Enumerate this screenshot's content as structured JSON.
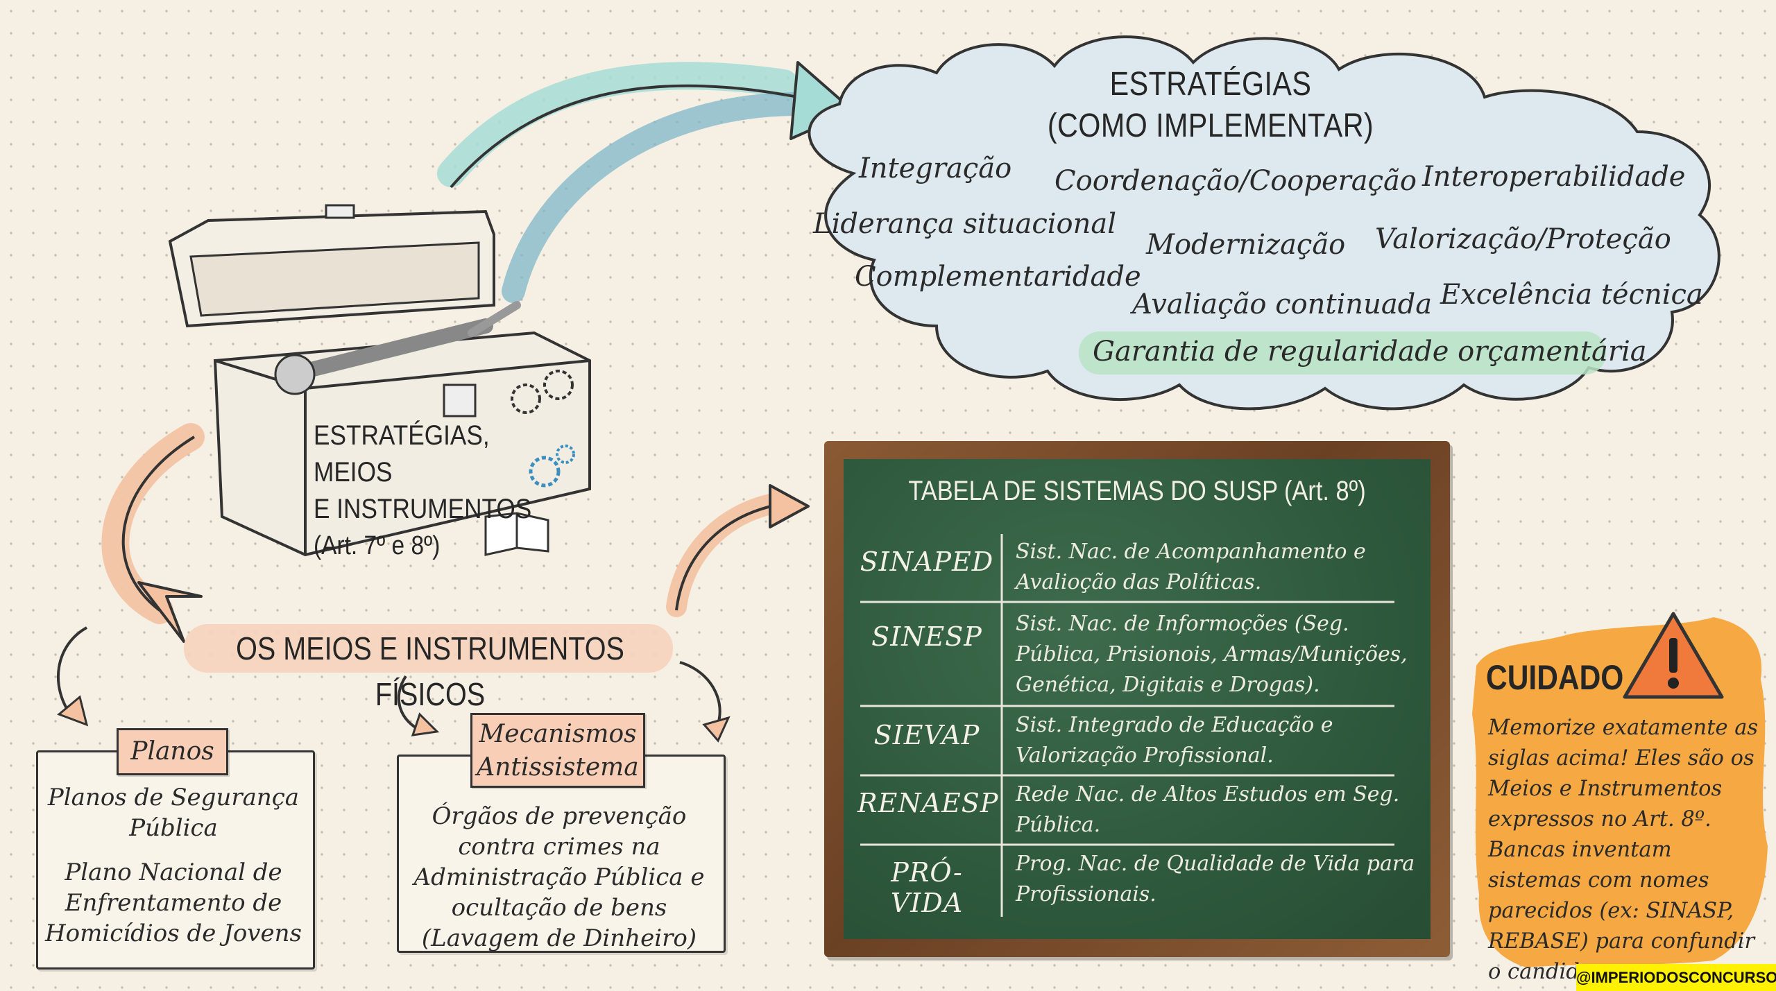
{
  "cloud": {
    "title_line1": "ESTRATÉGIAS",
    "title_line2": "(COMO IMPLEMENTAR)",
    "items": [
      "Integração",
      "Coordenação/Cooperação",
      "Interoperabilidade",
      "Liderança situacional",
      "Modernização",
      "Valorização/Proteção",
      "Complementaridade",
      "Avaliação continuada",
      "Excelência técnica",
      "Garantia de regularidade orçamentária"
    ]
  },
  "toolbox": {
    "label_line1": "ESTRATÉGIAS, MEIOS",
    "label_line2": "E INSTRUMENTOS",
    "label_line3": "(Art. 7º e 8º)"
  },
  "meios": {
    "title": "OS MEIOS E INSTRUMENTOS FÍSICOS"
  },
  "planos": {
    "tag": "Planos",
    "item1": "Planos de Segurança Pública",
    "item2": "Plano Nacional de Enfrentamento de Homicídios de Jovens"
  },
  "mecanismos": {
    "tag_line1": "Mecanismos",
    "tag_line2": "Antissistema",
    "text": "Órgãos de prevenção contra crimes na Administração Pública e ocultação de bens (Lavagem de Dinheiro)"
  },
  "board": {
    "title": "TABELA DE SISTEMAS DO SUSP (Art. 8º)",
    "rows": [
      {
        "acronym": "SINAPED",
        "description": "Sist. Nac. de Acompanhamento e Avalioção das Políticas."
      },
      {
        "acronym": "SINESP",
        "description": "Sist. Nac. de Informoções (Seg. Pública, Prisionois, Armas/Munições, Genética, Digitais e Drogas)."
      },
      {
        "acronym": "SIEVAP",
        "description": "Sist. Integrado de Educação e Valorização Profissional."
      },
      {
        "acronym": "RENAESP",
        "description": "Rede Nac. de Altos Estudos em Seg. Pública."
      },
      {
        "acronym": "PRÓ-VIDA",
        "description": "Prog. Nac. de Qualidade de Vida para Profissionais."
      }
    ]
  },
  "cuidado": {
    "title": "CUIDADO",
    "text": "Memorize exatamente as siglas acima! Eles são os Meios e Instrumentos expressos no Art. 8º. Bancas inventam sistemas com nomes parecidos (ex: SINASP, REBASE) para confundir o candidato."
  },
  "footer": {
    "handle": "@IMPERIODOSCONCURSOS"
  },
  "colors": {
    "background": "#f6f0e4",
    "cloud_fill": "#dde9ef",
    "highlight": "#b9e3c6",
    "tag_fill": "#f8cfb6",
    "chalkboard": "#2f5a3e",
    "frame": "#6b4124",
    "cuidado_fill": "#f5a43a",
    "warning_triangle": "#f07a3c",
    "handle_bg": "#fff200"
  }
}
